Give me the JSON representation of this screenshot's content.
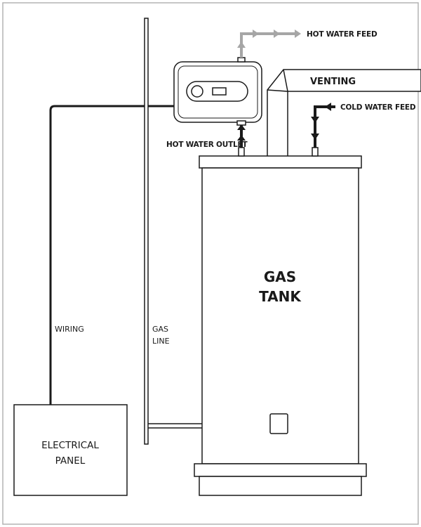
{
  "labels": {
    "hot_water_feed": "HOT WATER FEED",
    "venting": "VENTING",
    "cold_water_feed": "COLD WATER FEED",
    "hot_water_outlet": "HOT WATER OUTLET",
    "tank_line1": "GAS",
    "tank_line2": "TANK",
    "wiring": "WIRING",
    "gas_line1": "GAS",
    "gas_line2": "LINE",
    "panel_line1": "ELECTRICAL",
    "panel_line2": "PANEL"
  },
  "colors": {
    "stroke": "#1a1a1a",
    "hot_feed_pipe": "#a6a6a6",
    "frame": "#b3b3b3"
  }
}
